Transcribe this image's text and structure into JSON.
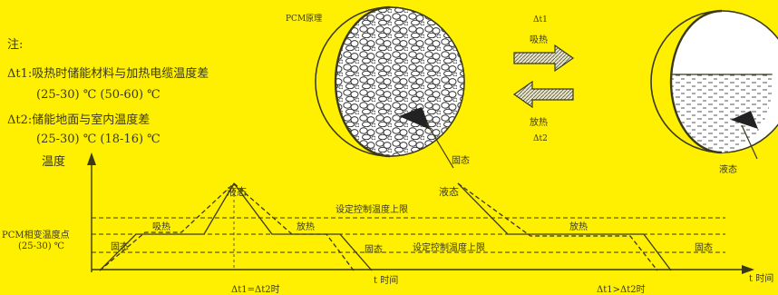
{
  "notes": {
    "heading": "注:",
    "dt1_label": "Δt1:吸热时储能材料与加热电缆温度差",
    "dt1_values": "(25-30) ℃ (50-60) ℃",
    "dt2_label": "Δt2:储能地面与室内温度差",
    "dt2_values": "(25-30) ℃ (18-16) ℃"
  },
  "pcm": {
    "title": "PCM原理",
    "dt1": "Δt1",
    "absorb": "吸热",
    "release": "放热",
    "dt2": "Δt2",
    "solid": "固态",
    "liquid": "液态"
  },
  "graph": {
    "y_axis": "温度",
    "x_axis": "t 时间",
    "x_axis_right": "t 时间",
    "pcm_point": "PCM相变温度点",
    "pcm_range": "(25-30) ℃",
    "upper_limit": "设定控制温度上限",
    "lower_limit": "设定控制温度上限",
    "left": {
      "solid1": "固态",
      "absorb": "吸热",
      "liquid": "液态",
      "release": "放热",
      "solid2": "固态",
      "caption": "Δt1=Δt2时"
    },
    "right": {
      "liquid": "液态",
      "release": "放热",
      "solid": "固态",
      "caption": "Δt1>Δt2时"
    }
  },
  "colors": {
    "background": "#FFEF00",
    "line": "#3a3a18",
    "white_text": "#ffffff",
    "arrow_fill": "#d4d0b0"
  }
}
